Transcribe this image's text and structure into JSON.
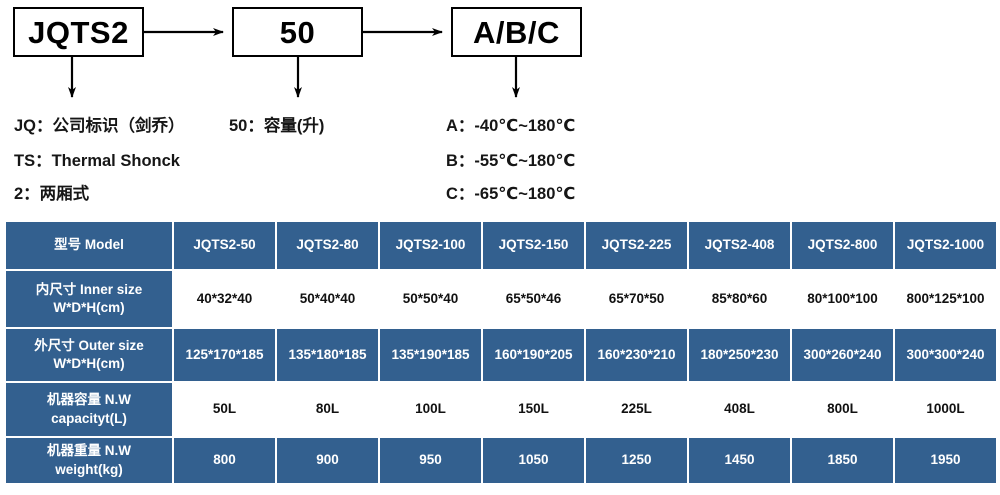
{
  "diagram": {
    "boxes": [
      {
        "name": "model-prefix",
        "text": "JQTS2"
      },
      {
        "name": "volume",
        "text": "50"
      },
      {
        "name": "temp-grade",
        "text": "A/B/C"
      }
    ],
    "legend_left": [
      "JQ：公司标识（剑乔）",
      "TS：Thermal Shonck",
      "2：两厢式"
    ],
    "legend_mid": [
      "50：容量(升)"
    ],
    "legend_right": [
      "A：-40℃~180℃",
      "B：-55℃~180℃",
      "C：-65℃~180℃"
    ]
  },
  "table": {
    "header_label": "型号 Model",
    "models": [
      "JQTS2-50",
      "JQTS2-80",
      "JQTS2-100",
      "JQTS2-150",
      "JQTS2-225",
      "JQTS2-408",
      "JQTS2-800",
      "JQTS2-1000"
    ],
    "rows": [
      {
        "label_l1": "内尺寸 Inner size",
        "label_l2": "W*D*H(cm)",
        "style": "white",
        "values": [
          "40*32*40",
          "50*40*40",
          "50*50*40",
          "65*50*46",
          "65*70*50",
          "85*80*60",
          "80*100*100",
          "800*125*100"
        ]
      },
      {
        "label_l1": "外尺寸 Outer size",
        "label_l2": "W*D*H(cm)",
        "style": "blue",
        "values": [
          "125*170*185",
          "135*180*185",
          "135*190*185",
          "160*190*205",
          "160*230*210",
          "180*250*230",
          "300*260*240",
          "300*300*240"
        ]
      },
      {
        "label_l1": "机器容量 N.W",
        "label_l2": "capacityt(L)",
        "style": "white",
        "values": [
          "50L",
          "80L",
          "100L",
          "150L",
          "225L",
          "408L",
          "800L",
          "1000L"
        ]
      },
      {
        "label_l1": "机器重量 N.W",
        "label_l2": "weight(kg)",
        "style": "blue",
        "values": [
          "800",
          "900",
          "950",
          "1050",
          "1250",
          "1450",
          "1850",
          "1950"
        ]
      }
    ]
  },
  "colors": {
    "table_blue": "#33608f",
    "text_white": "#ffffff",
    "text_dark": "#111111",
    "line_black": "#000000"
  }
}
